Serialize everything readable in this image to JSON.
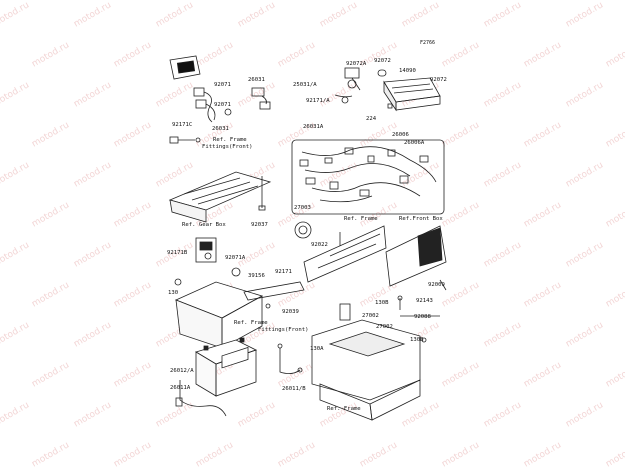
{
  "watermark": "motod.ru",
  "figure_code": "F2766",
  "parts": {
    "p26031_a": "26031",
    "p92071_a": "92071",
    "p92071_b": "92071",
    "p26031_b": "26031",
    "p92171C": "92171C",
    "p25031A": "25031/A",
    "p92072A": "92072A",
    "p92072_a": "92072",
    "p14090": "14090",
    "p92072_b": "92072",
    "p92171A": "92171/A",
    "p224": "224",
    "p26031A": "26031A",
    "p26006": "26006",
    "p26006A": "26006A",
    "p92037": "92037",
    "p27003": "27003",
    "p92022": "92022",
    "p92171B": "92171B",
    "p92071A": "92071A",
    "p130_a": "130",
    "p39156": "39156",
    "p92171": "92171",
    "p92039": "92039",
    "p130B_a": "130B",
    "p92143": "92143",
    "p92009": "92009",
    "p27002_a": "27002",
    "p27002_b": "27002",
    "p92088": "92088",
    "p130B_b": "130B",
    "p130A": "130A",
    "p26012A": "26012/A",
    "p26011A": "26011A",
    "p26011B": "26011/B"
  },
  "refs": {
    "frame_fittings_1": "Ref. Frame",
    "frame_fittings_1b": "Fittings(Front)",
    "gear_box": "Ref. Gear Box",
    "frame_1": "Ref. Frame",
    "front_box": "Ref.Front Box",
    "frame_fittings_2": "Ref. Frame",
    "frame_fittings_2b": "Fittings(Front)",
    "frame_2": "Ref. Frame"
  }
}
